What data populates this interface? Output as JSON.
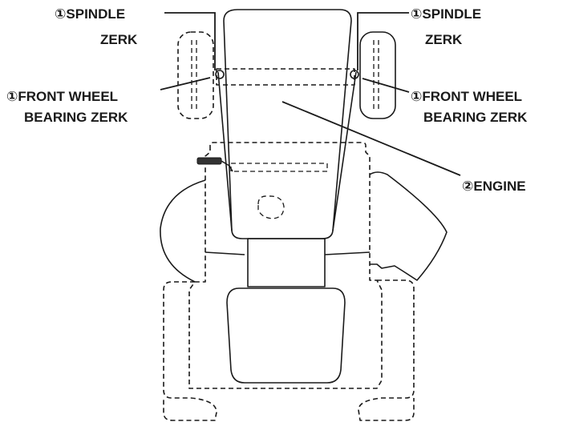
{
  "labels": {
    "spindle_zerk_left_line1": "①SPINDLE",
    "spindle_zerk_left_line2": "ZERK",
    "spindle_zerk_right_line1": "①SPINDLE",
    "spindle_zerk_right_line2": "ZERK",
    "front_wheel_bearing_left_line1": "①FRONT WHEEL",
    "front_wheel_bearing_left_line2": "BEARING  ZERK",
    "front_wheel_bearing_right_line1": "①FRONT WHEEL",
    "front_wheel_bearing_right_line2": "BEARING  ZERK",
    "engine": "②ENGINE"
  },
  "colors": {
    "line": "#1a1a1a",
    "background": "#ffffff",
    "lever_fill": "#333333"
  }
}
